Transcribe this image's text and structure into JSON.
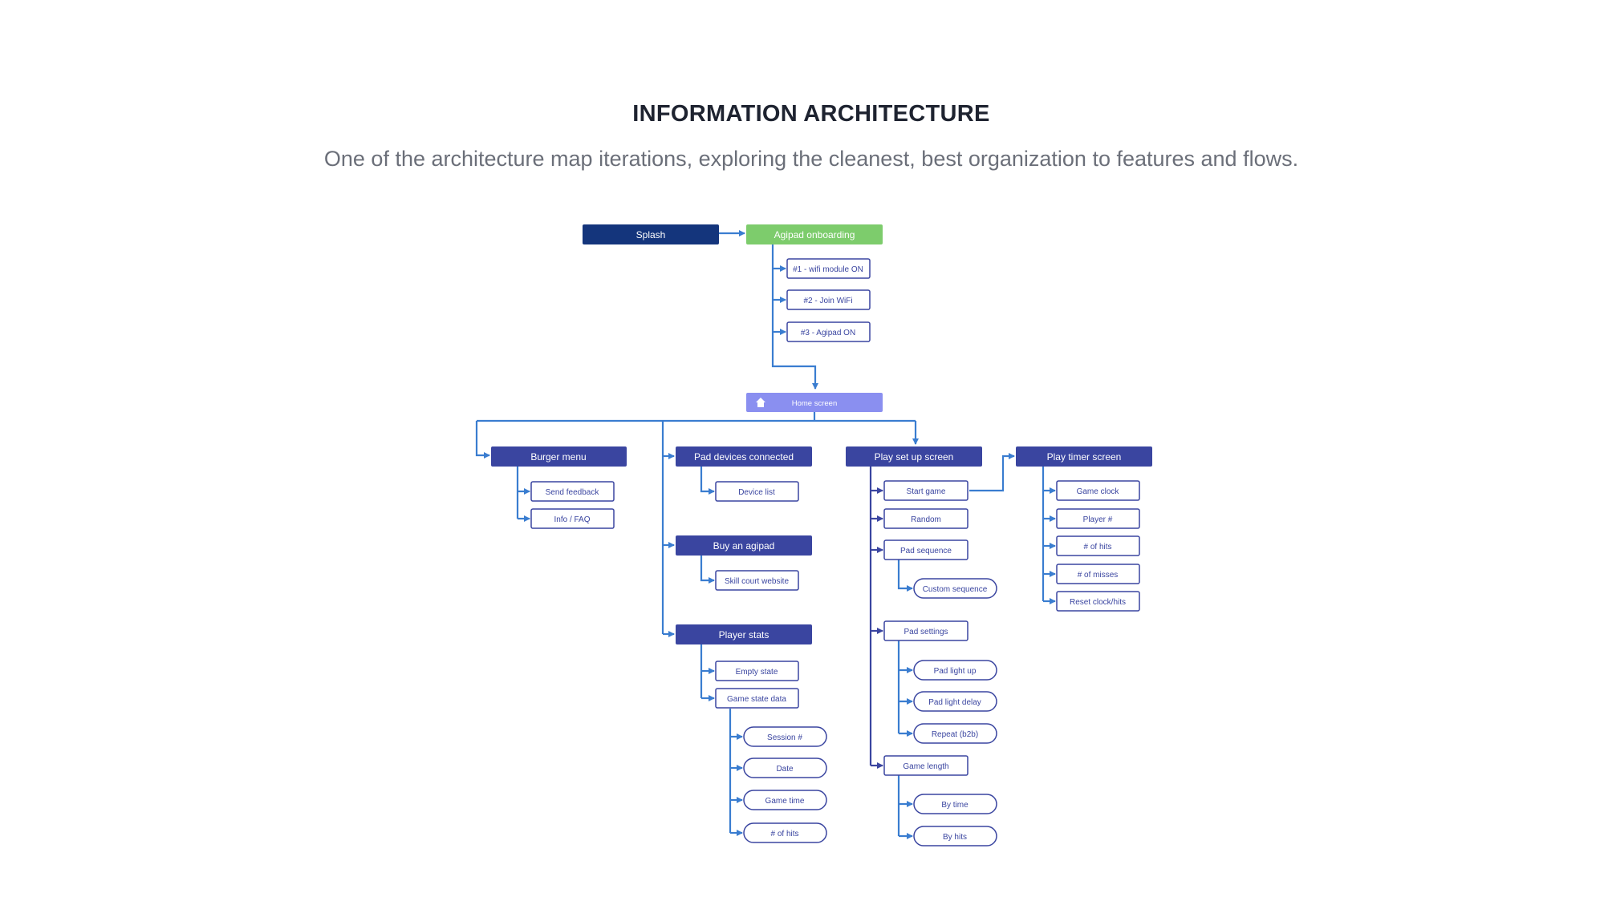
{
  "page": {
    "title": "INFORMATION ARCHITECTURE",
    "subtitle": "One of the architecture map iterations, exploring the cleanest, best organization to features and flows."
  },
  "colors": {
    "splash": "#14357c",
    "onboarding": "#7dcc6c",
    "home": "#8a8ff0",
    "section": "#3a45a0",
    "connector": "#3a7dd0",
    "connector_dark": "#3a45a0",
    "leaf_border": "#3a45a0",
    "leaf_text": "#3a45a0",
    "header_text": "#ffffff"
  },
  "diagram": {
    "nodes": {
      "splash": "Splash",
      "onboarding": "Agipad onboarding",
      "wifi_module": "#1 - wifi module ON",
      "join_wifi": "#2 - Join WiFi",
      "agipad_on": "#3 - Agipad ON",
      "home": "Home screen",
      "burger_menu": "Burger menu",
      "send_feedback": "Send feedback",
      "info_faq": "Info / FAQ",
      "pad_devices": "Pad devices connected",
      "device_list": "Device list",
      "buy_agipad": "Buy an agipad",
      "skill_court": "Skill court website",
      "player_stats": "Player stats",
      "empty_state": "Empty state",
      "game_state_data": "Game state data",
      "session": "Session #",
      "date": "Date",
      "game_time": "Game time",
      "hits_stats": "# of hits",
      "play_setup": "Play set up screen",
      "start_game": "Start game",
      "random": "Random",
      "pad_sequence": "Pad sequence",
      "custom_sequence": "Custom sequence",
      "pad_settings": "Pad settings",
      "pad_light_up": "Pad light up",
      "pad_light_delay": "Pad light delay",
      "repeat_b2b": "Repeat (b2b)",
      "game_length": "Game length",
      "by_time": "By time",
      "by_hits": "By hits",
      "play_timer": "Play timer  screen",
      "game_clock": "Game clock",
      "player_num": "Player #",
      "timer_hits": "# of hits",
      "misses": "# of misses",
      "reset_clock": "Reset clock/hits"
    },
    "icons": {
      "home": "home-icon"
    }
  }
}
